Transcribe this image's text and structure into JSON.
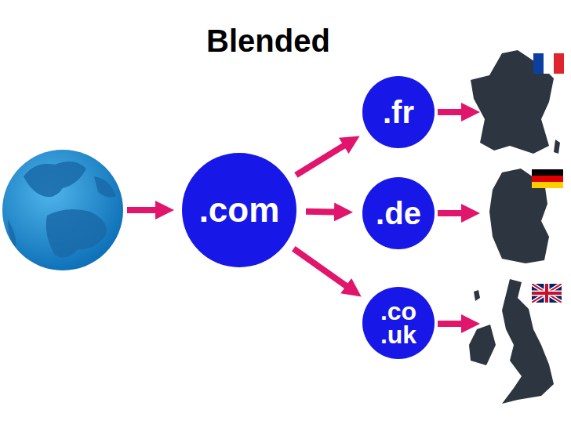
{
  "diagram": {
    "title": "Blended",
    "nodes": [
      {
        "text": [
          ".com"
        ]
      },
      {
        "text": [
          ".fr"
        ]
      },
      {
        "text": [
          ".de"
        ]
      },
      {
        "text": [
          ".co .uk"
        ]
      }
    ],
    "edges": [
      {
        "from": 0,
        "to": 1,
        "arrow": "to"
      },
      {
        "from": 0,
        "to": 2,
        "arrow": "to"
      },
      {
        "from": 0,
        "to": 3,
        "arrow": "to"
      }
    ]
  }
}
